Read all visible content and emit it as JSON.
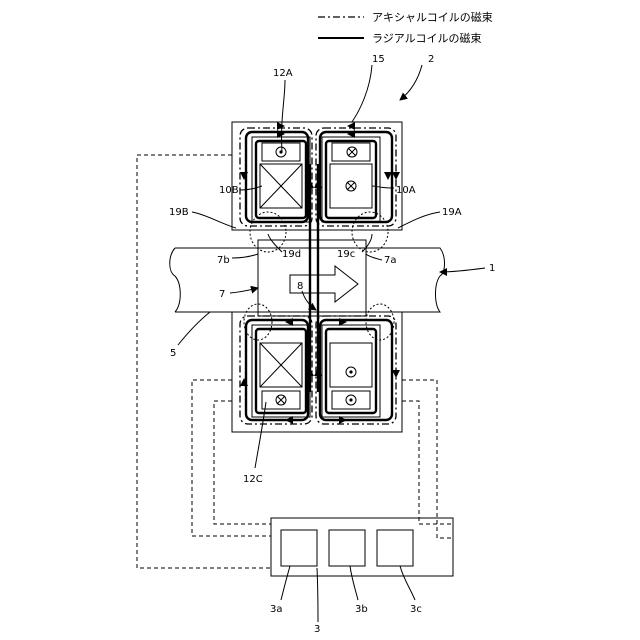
{
  "legend": {
    "axial_flux": "アキシャルコイルの磁束",
    "radial_flux": "ラジアルコイルの磁束"
  },
  "labels": {
    "l1": "1",
    "l2": "2",
    "l3": "3",
    "l3a": "3a",
    "l3b": "3b",
    "l3c": "3c",
    "l5": "5",
    "l7": "7",
    "l7a": "7a",
    "l7b": "7b",
    "l8": "8",
    "l10A": "10A",
    "l10B": "10B",
    "l12A": "12A",
    "l12C": "12C",
    "l15": "15",
    "l19A": "19A",
    "l19B": "19B",
    "l19c": "19c",
    "l19d": "19d"
  }
}
